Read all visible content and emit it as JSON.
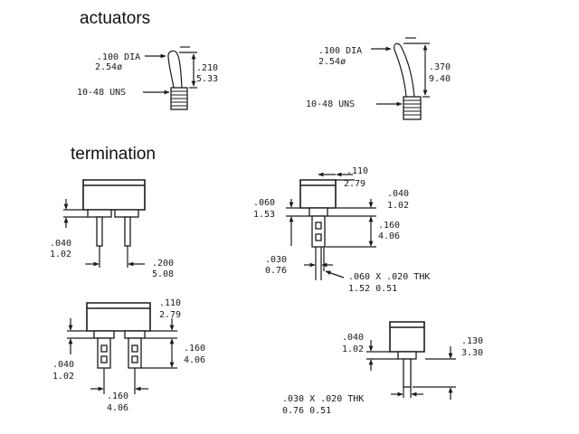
{
  "headings": {
    "actuators": "actuators",
    "termination": "termination"
  },
  "actuator_short": {
    "dia_in": ".100 DIA",
    "dia_mm": "2.54ø",
    "thread": "10-48 UNS",
    "height_in": ".210",
    "height_mm": "5.33"
  },
  "actuator_long": {
    "dia_in": ".100 DIA",
    "dia_mm": "2.54ø",
    "thread": "10-48 UNS",
    "height_in": ".370",
    "height_mm": "9.40"
  },
  "term_pc_straight": {
    "offset_in": ".040",
    "offset_mm": "1.02",
    "spacing_in": ".200",
    "spacing_mm": "5.08"
  },
  "term_center": {
    "top_in": ".110",
    "top_mm": "2.79",
    "left_in": ".060",
    "left_mm": "1.53",
    "right_in": ".040",
    "right_mm": "1.02",
    "length_in": ".160",
    "length_mm": "4.06",
    "pin_in": ".030",
    "pin_mm": "0.76",
    "thk_in": ".060 X .020 THK",
    "thk_mm": "1.52      0.51"
  },
  "term_solder": {
    "top_in": ".110",
    "top_mm": "2.79",
    "offset_in": ".040",
    "offset_mm": "1.02",
    "length_in": ".160",
    "length_mm": "4.06",
    "spacing_in": ".160",
    "spacing_mm": "4.06"
  },
  "term_single": {
    "offset_in": ".040",
    "offset_mm": "1.02",
    "length_in": ".130",
    "length_mm": "3.30",
    "thk_in": ".030  X  .020  THK",
    "thk_mm": "0.76       0.51"
  }
}
